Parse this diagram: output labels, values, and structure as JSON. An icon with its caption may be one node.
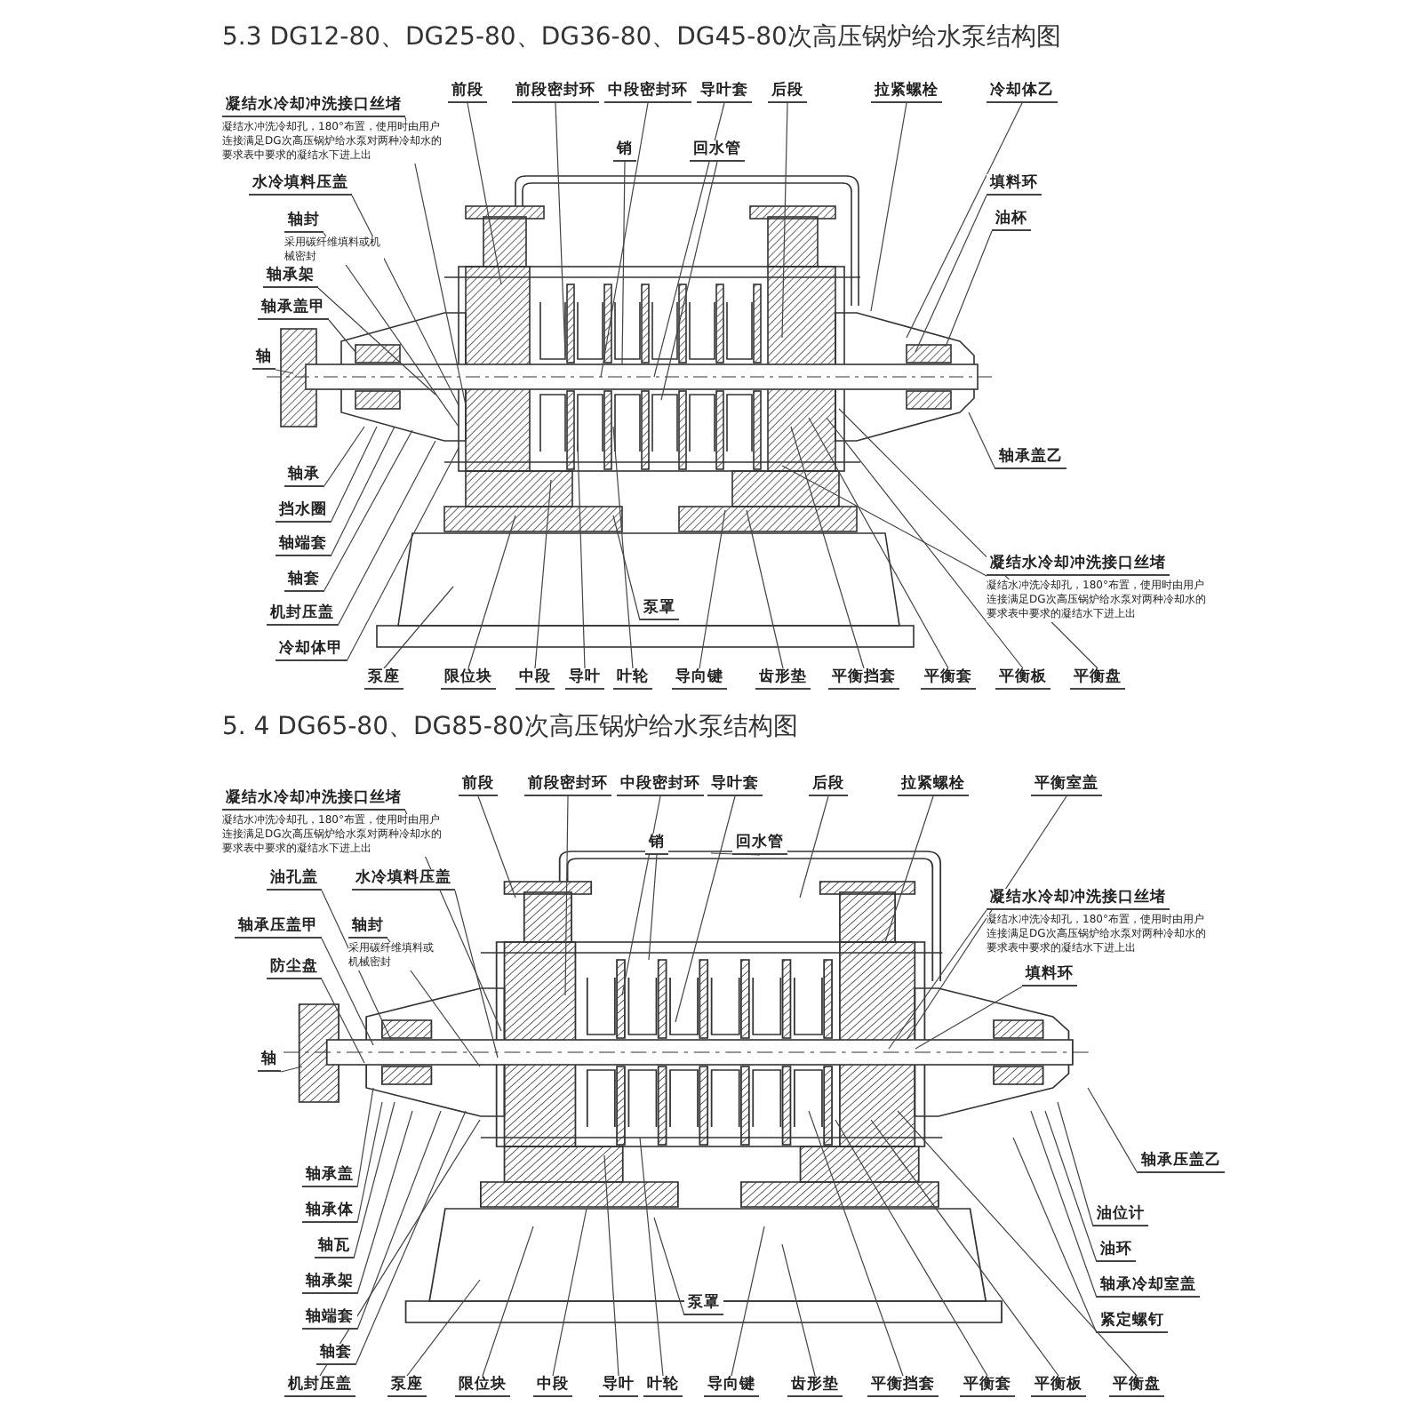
{
  "diagram": {
    "nodes": [
      {
        "text": [
          "凝结水冷却冲洗接口丝堵",
          "凝结水冲洗冷却孔，180°布置，使用时由用户连接满足DG次高压锅炉给水泵对两种冷却水的要求表中要求的凝结水下进上出"
        ]
      },
      {
        "text": [
          "前段"
        ]
      },
      {
        "text": [
          "前段密封环"
        ]
      },
      {
        "text": [
          "中段密封环"
        ]
      },
      {
        "text": [
          "导叶套"
        ]
      },
      {
        "text": [
          "后段"
        ]
      },
      {
        "text": [
          "拉紧螺栓"
        ]
      },
      {
        "text": [
          "冷却体乙"
        ]
      },
      {
        "text": [
          "销"
        ]
      },
      {
        "text": [
          "回水管"
        ]
      },
      {
        "text": [
          "水冷填料压盖"
        ]
      },
      {
        "text": [
          "轴封",
          "采用碳纤维填料或机械密封"
        ]
      },
      {
        "text": [
          "轴承架"
        ]
      },
      {
        "text": [
          "轴承盖甲"
        ]
      },
      {
        "text": [
          "填料环"
        ]
      },
      {
        "text": [
          "油杯"
        ]
      },
      {
        "text": [
          "轴"
        ]
      },
      {
        "text": [
          "轴承盖乙"
        ]
      },
      {
        "text": [
          "轴承"
        ]
      },
      {
        "text": [
          "挡水圈"
        ]
      },
      {
        "text": [
          "轴端套"
        ]
      },
      {
        "text": [
          "轴套"
        ]
      },
      {
        "text": [
          "机封压盖"
        ]
      },
      {
        "text": [
          "冷却体甲"
        ]
      },
      {
        "text": [
          "凝结水冷却冲洗接口丝堵",
          "凝结水冲洗冷却孔，180°布置，使用时由用户连接满足DG次高压锅炉给水泵对两种冷却水的要求表中要求的凝结水下进上出"
        ]
      },
      {
        "text": [
          "泵罩"
        ]
      },
      {
        "text": [
          "泵座"
        ]
      },
      {
        "text": [
          "限位块"
        ]
      },
      {
        "text": [
          "中段"
        ]
      },
      {
        "text": [
          "导叶"
        ]
      },
      {
        "text": [
          "叶轮"
        ]
      },
      {
        "text": [
          "导向键"
        ]
      },
      {
        "text": [
          "齿形垫"
        ]
      },
      {
        "text": [
          "平衡挡套"
        ]
      },
      {
        "text": [
          "平衡套"
        ]
      },
      {
        "text": [
          "平衡板"
        ]
      },
      {
        "text": [
          "平衡盘"
        ]
      },
      {
        "text": [
          "凝结水冷却冲洗接口丝堵",
          "凝结水冲洗冷却孔，180°布置，使用时由用户连接满足DG次高压锅炉给水泵对两种冷却水的要求表中要求的凝结水下进上出"
        ]
      },
      {
        "text": [
          "前段"
        ]
      },
      {
        "text": [
          "前段密封环"
        ]
      },
      {
        "text": [
          "中段密封环"
        ]
      },
      {
        "text": [
          "导叶套"
        ]
      },
      {
        "text": [
          "后段"
        ]
      },
      {
        "text": [
          "拉紧螺栓"
        ]
      },
      {
        "text": [
          "平衡室盖"
        ]
      },
      {
        "text": [
          "销"
        ]
      },
      {
        "text": [
          "回水管"
        ]
      },
      {
        "text": [
          "油孔盖"
        ]
      },
      {
        "text": [
          "水冷填料压盖"
        ]
      },
      {
        "text": [
          "轴封",
          "采用碳纤维填料或机械密封"
        ]
      },
      {
        "text": [
          "轴承压盖甲"
        ]
      },
      {
        "text": [
          "防尘盘"
        ]
      },
      {
        "text": [
          "凝结水冷却冲洗接口丝堵",
          "凝结水冲洗冷却孔，180°布置，使用时由用户连接满足DG次高压锅炉给水泵对两种冷却水的要求表中要求的凝结水下进上出"
        ]
      },
      {
        "text": [
          "填料环"
        ]
      },
      {
        "text": [
          "轴"
        ]
      },
      {
        "text": [
          "轴承压盖乙"
        ]
      },
      {
        "text": [
          "轴承盖"
        ]
      },
      {
        "text": [
          "轴承体"
        ]
      },
      {
        "text": [
          "轴瓦"
        ]
      },
      {
        "text": [
          "油位计"
        ]
      },
      {
        "text": [
          "轴承架"
        ]
      },
      {
        "text": [
          "油环"
        ]
      },
      {
        "text": [
          "轴承冷却室盖"
        ]
      },
      {
        "text": [
          "轴端套"
        ]
      },
      {
        "text": [
          "紧定螺钉"
        ]
      },
      {
        "text": [
          "轴套"
        ]
      },
      {
        "text": [
          "泵罩"
        ]
      },
      {
        "text": [
          "机封压盖"
        ]
      },
      {
        "text": [
          "泵座"
        ]
      },
      {
        "text": [
          "限位块"
        ]
      },
      {
        "text": [
          "中段"
        ]
      },
      {
        "text": [
          "导叶"
        ]
      },
      {
        "text": [
          "叶轮"
        ]
      },
      {
        "text": [
          "导向键"
        ]
      },
      {
        "text": [
          "齿形垫"
        ]
      },
      {
        "text": [
          "平衡挡套"
        ]
      },
      {
        "text": [
          "平衡套"
        ]
      },
      {
        "text": [
          "平衡板"
        ]
      },
      {
        "text": [
          "平衡盘"
        ]
      }
    ],
    "edges": [
      {
        "from": 0,
        "to": null,
        "arrow": "none"
      },
      {
        "from": 1,
        "to": null,
        "arrow": "none"
      },
      {
        "from": 2,
        "to": null,
        "arrow": "none"
      },
      {
        "from": 3,
        "to": null,
        "arrow": "none"
      },
      {
        "from": 4,
        "to": null,
        "arrow": "none"
      },
      {
        "from": 5,
        "to": null,
        "arrow": "none"
      },
      {
        "from": 6,
        "to": null,
        "arrow": "none"
      },
      {
        "from": 7,
        "to": null,
        "arrow": "none"
      },
      {
        "from": 8,
        "to": null,
        "arrow": "none"
      },
      {
        "from": 9,
        "to": null,
        "arrow": "none"
      },
      {
        "from": 10,
        "to": null,
        "arrow": "none"
      },
      {
        "from": 11,
        "to": null,
        "arrow": "none"
      },
      {
        "from": 12,
        "to": null,
        "arrow": "none"
      },
      {
        "from": 13,
        "to": null,
        "arrow": "none"
      },
      {
        "from": 14,
        "to": null,
        "arrow": "none"
      },
      {
        "from": 15,
        "to": null,
        "arrow": "none"
      },
      {
        "from": 16,
        "to": null,
        "arrow": "none"
      },
      {
        "from": 17,
        "to": null,
        "arrow": "none"
      },
      {
        "from": 18,
        "to": null,
        "arrow": "none"
      },
      {
        "from": 19,
        "to": null,
        "arrow": "none"
      },
      {
        "from": 20,
        "to": null,
        "arrow": "none"
      },
      {
        "from": 21,
        "to": null,
        "arrow": "none"
      },
      {
        "from": 22,
        "to": null,
        "arrow": "none"
      },
      {
        "from": 23,
        "to": null,
        "arrow": "none"
      },
      {
        "from": 24,
        "to": null,
        "arrow": "none"
      },
      {
        "from": 25,
        "to": null,
        "arrow": "none"
      },
      {
        "from": 26,
        "to": null,
        "arrow": "none"
      },
      {
        "from": 27,
        "to": null,
        "arrow": "none"
      },
      {
        "from": 28,
        "to": null,
        "arrow": "none"
      },
      {
        "from": 29,
        "to": null,
        "arrow": "none"
      },
      {
        "from": 30,
        "to": null,
        "arrow": "none"
      },
      {
        "from": 31,
        "to": null,
        "arrow": "none"
      },
      {
        "from": 32,
        "to": null,
        "arrow": "none"
      },
      {
        "from": 33,
        "to": null,
        "arrow": "none"
      },
      {
        "from": 34,
        "to": null,
        "arrow": "none"
      },
      {
        "from": 35,
        "to": null,
        "arrow": "none"
      },
      {
        "from": 36,
        "to": null,
        "arrow": "none"
      },
      {
        "from": 37,
        "to": null,
        "arrow": "none"
      },
      {
        "from": 38,
        "to": null,
        "arrow": "none"
      },
      {
        "from": 39,
        "to": null,
        "arrow": "none"
      },
      {
        "from": 40,
        "to": null,
        "arrow": "none"
      },
      {
        "from": 41,
        "to": null,
        "arrow": "none"
      },
      {
        "from": 42,
        "to": null,
        "arrow": "none"
      },
      {
        "from": 43,
        "to": null,
        "arrow": "none"
      },
      {
        "from": 44,
        "to": null,
        "arrow": "none"
      },
      {
        "from": 45,
        "to": null,
        "arrow": "none"
      },
      {
        "from": 46,
        "to": null,
        "arrow": "none"
      },
      {
        "from": 47,
        "to": null,
        "arrow": "none"
      },
      {
        "from": 48,
        "to": null,
        "arrow": "none"
      },
      {
        "from": 49,
        "to": null,
        "arrow": "none"
      },
      {
        "from": 50,
        "to": null,
        "arrow": "none"
      },
      {
        "from": 51,
        "to": null,
        "arrow": "none"
      },
      {
        "from": 52,
        "to": null,
        "arrow": "none"
      },
      {
        "from": 53,
        "to": null,
        "arrow": "none"
      },
      {
        "from": 54,
        "to": null,
        "arrow": "none"
      },
      {
        "from": 55,
        "to": null,
        "arrow": "none"
      },
      {
        "from": 56,
        "to": null,
        "arrow": "none"
      },
      {
        "from": 57,
        "to": null,
        "arrow": "none"
      },
      {
        "from": 58,
        "to": null,
        "arrow": "none"
      },
      {
        "from": 59,
        "to": null,
        "arrow": "none"
      },
      {
        "from": 60,
        "to": null,
        "arrow": "none"
      },
      {
        "from": 61,
        "to": null,
        "arrow": "none"
      },
      {
        "from": 62,
        "to": null,
        "arrow": "none"
      },
      {
        "from": 63,
        "to": null,
        "arrow": "none"
      },
      {
        "from": 64,
        "to": null,
        "arrow": "none"
      },
      {
        "from": 65,
        "to": null,
        "arrow": "none"
      },
      {
        "from": 66,
        "to": null,
        "arrow": "none"
      },
      {
        "from": 67,
        "to": null,
        "arrow": "none"
      },
      {
        "from": 68,
        "to": null,
        "arrow": "none"
      },
      {
        "from": 69,
        "to": null,
        "arrow": "none"
      },
      {
        "from": 70,
        "to": null,
        "arrow": "none"
      },
      {
        "from": 71,
        "to": null,
        "arrow": "none"
      },
      {
        "from": 72,
        "to": null,
        "arrow": "none"
      },
      {
        "from": 73,
        "to": null,
        "arrow": "none"
      },
      {
        "from": 74,
        "to": null,
        "arrow": "none"
      },
      {
        "from": 75,
        "to": null,
        "arrow": "none"
      },
      {
        "from": 76,
        "to": null,
        "arrow": "none"
      },
      {
        "from": 77,
        "to": null,
        "arrow": "none"
      },
      {
        "from": 78,
        "to": null,
        "arrow": "none"
      }
    ],
    "labels": [
      "5.3 DG12-80、DG25-80、DG36-80、DG45-80次高压锅炉给水泵结构图",
      "5. 4 DG65-80、DG85-80次高压锅炉给水泵结构图"
    ]
  }
}
